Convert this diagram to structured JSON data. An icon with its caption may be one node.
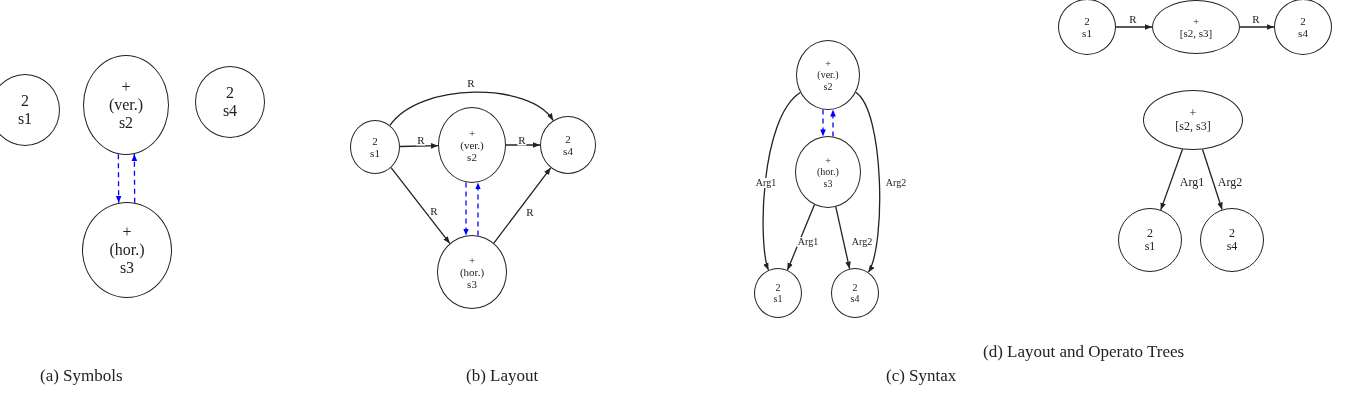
{
  "diagram": {
    "nodes": [
      {
        "text": [
          "2",
          "s1"
        ]
      },
      {
        "text": [
          "+",
          "(ver.)",
          "s2"
        ]
      },
      {
        "text": [
          "2",
          "s4"
        ]
      },
      {
        "text": [
          "+",
          "(hor.)",
          "s3"
        ]
      },
      {
        "text": [
          "2",
          "s1"
        ]
      },
      {
        "text": [
          "+",
          "(ver.)",
          "s2"
        ]
      },
      {
        "text": [
          "2",
          "s4"
        ]
      },
      {
        "text": [
          "+",
          "(hor.)",
          "s3"
        ]
      },
      {
        "text": [
          "+",
          "(ver.)",
          "s2"
        ]
      },
      {
        "text": [
          "+",
          "(hor.)",
          "s3"
        ]
      },
      {
        "text": [
          "2",
          "s1"
        ]
      },
      {
        "text": [
          "2",
          "s4"
        ]
      },
      {
        "text": [
          "2",
          "s1"
        ]
      },
      {
        "text": [
          "+",
          "[s2, s3]"
        ]
      },
      {
        "text": [
          "2",
          "s4"
        ]
      },
      {
        "text": [
          "+",
          "[s2, s3]"
        ]
      },
      {
        "text": [
          "2",
          "s1"
        ]
      },
      {
        "text": [
          "2",
          "s4"
        ]
      }
    ],
    "edges": [
      {
        "from": 1,
        "to": 3,
        "arrow": "to",
        "style": "dashed",
        "color": "#0000ff"
      },
      {
        "from": 3,
        "to": 1,
        "arrow": "to",
        "style": "dashed",
        "color": "#0000ff"
      },
      {
        "from": 4,
        "to": 6,
        "arrow": "to",
        "label": "R"
      },
      {
        "from": 4,
        "to": 5,
        "arrow": "to",
        "label": "R"
      },
      {
        "from": 5,
        "to": 6,
        "arrow": "to",
        "label": "R"
      },
      {
        "from": 4,
        "to": 7,
        "arrow": "to",
        "label": "R"
      },
      {
        "from": 7,
        "to": 6,
        "arrow": "to",
        "label": "R"
      },
      {
        "from": 5,
        "to": 7,
        "arrow": "to",
        "style": "dashed",
        "color": "#0000ff"
      },
      {
        "from": 7,
        "to": 5,
        "arrow": "to",
        "style": "dashed",
        "color": "#0000ff"
      },
      {
        "from": 8,
        "to": 10,
        "arrow": "to",
        "label": "Arg1"
      },
      {
        "from": 8,
        "to": 11,
        "arrow": "to",
        "label": "Arg2"
      },
      {
        "from": 9,
        "to": 10,
        "arrow": "to",
        "label": "Arg1"
      },
      {
        "from": 9,
        "to": 11,
        "arrow": "to",
        "label": "Arg2"
      },
      {
        "from": 8,
        "to": 9,
        "arrow": "to",
        "style": "dashed",
        "color": "#0000ff"
      },
      {
        "from": 9,
        "to": 8,
        "arrow": "to",
        "style": "dashed",
        "color": "#0000ff"
      },
      {
        "from": 12,
        "to": 13,
        "arrow": "to",
        "label": "R"
      },
      {
        "from": 13,
        "to": 14,
        "arrow": "to",
        "label": "R"
      },
      {
        "from": 15,
        "to": 16,
        "arrow": "to",
        "label": "Arg1"
      },
      {
        "from": 15,
        "to": 17,
        "arrow": "to",
        "label": "Arg2"
      }
    ],
    "labels": [
      "(a) Symbols",
      "(b) Layout",
      "(c) Syntax",
      "(d) Layout and Operato Trees"
    ]
  }
}
